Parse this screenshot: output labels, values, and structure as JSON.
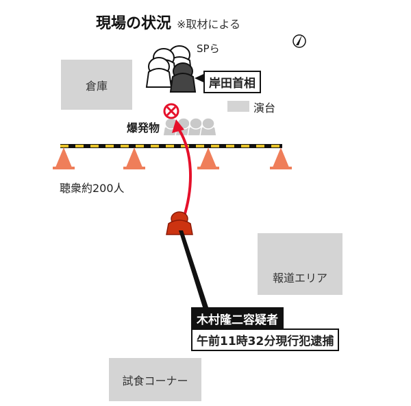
{
  "title": "現場の状況",
  "title_note": "※取材による",
  "labels": {
    "sp": "SPら",
    "kishida": "岸田首相",
    "warehouse": "倉庫",
    "stage": "演台",
    "explosive": "爆発物",
    "audience": "聴衆約200人",
    "press": "報道エリア",
    "suspect_name": "木村隆二容疑者",
    "arrest_note": "午前11時32分現行犯逮捕",
    "tasting": "試食コーナー"
  },
  "colors": {
    "accent_red": "#e5102a",
    "suspect": "#cc3311",
    "cone": "#ef7e5a",
    "box_gray": "#d4d4d4",
    "crowd": "#c9c9c9",
    "bar_yellow": "#e7c32a"
  },
  "icons": {
    "compass": "north-arrow-icon",
    "explosive_marker": "x-circle-icon"
  }
}
